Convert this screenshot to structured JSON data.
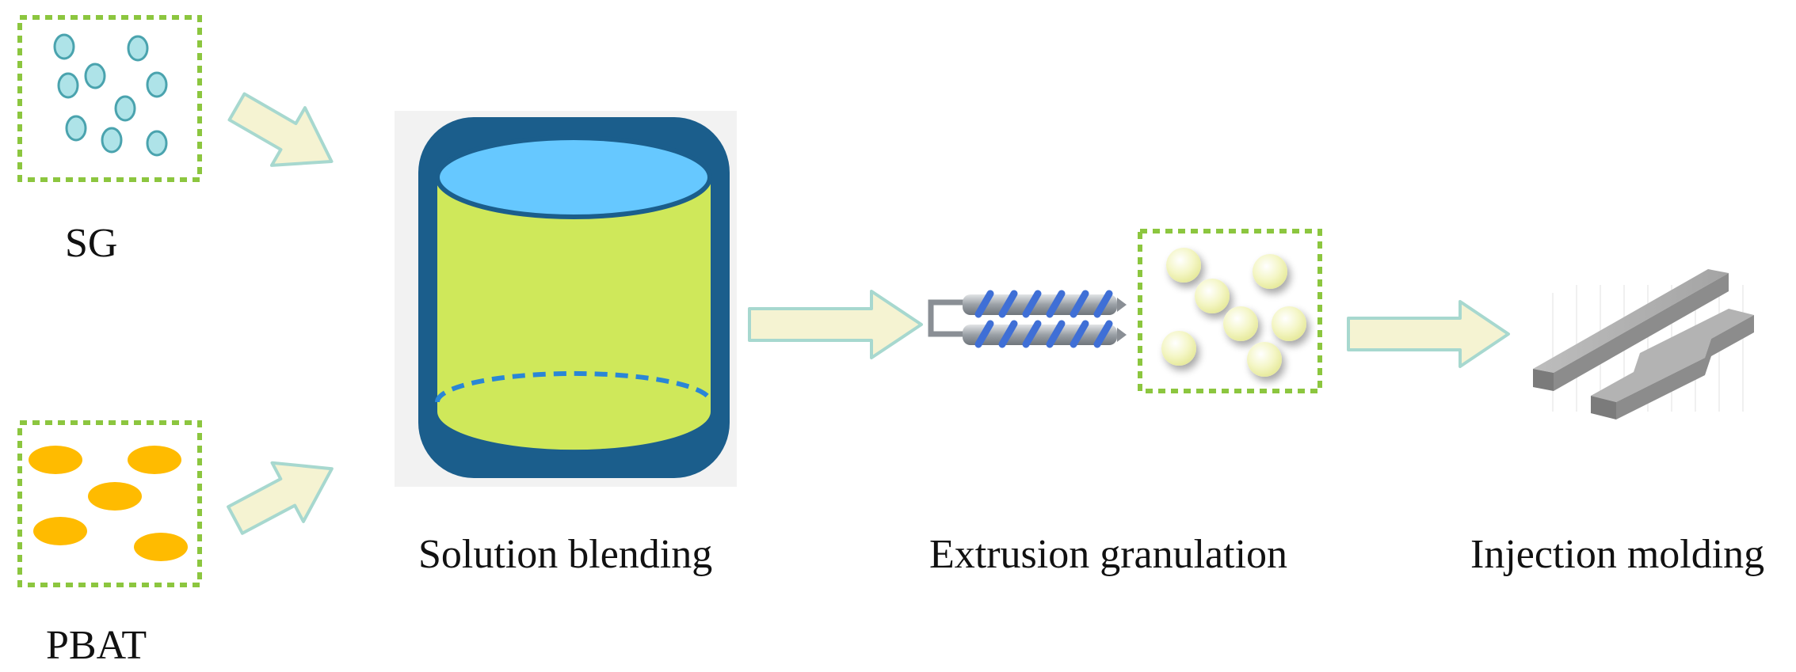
{
  "labels": {
    "sg": "SG",
    "pbat": "PBAT",
    "solution_blending": "Solution blending",
    "extrusion_granulation": "Extrusion granulation",
    "injection_molding": "Injection molding"
  },
  "colors": {
    "dotted_border": "#8cc63f",
    "sg_particle_fill": "#aee3e8",
    "sg_particle_stroke": "#4aa3ae",
    "pbat_particle": "#ffbb00",
    "arrow_fill": "#f5f3d2",
    "arrow_stroke": "#a7d8cf",
    "tank_outline": "#1b5e8c",
    "tank_top": "#66c8ff",
    "tank_body": "#cfe85a",
    "screw_flight": "#3f6fd6",
    "screw_shaft": "#9aa0a6",
    "granule": "#f4f6c6",
    "specimen": "#9a9a9a"
  },
  "icons": [
    "sg-particles-box",
    "pbat-pellets-box",
    "mixing-tank-icon",
    "twin-screw-extruder-icon",
    "granules-box",
    "molded-specimens-icon",
    "flow-arrow-icon"
  ]
}
